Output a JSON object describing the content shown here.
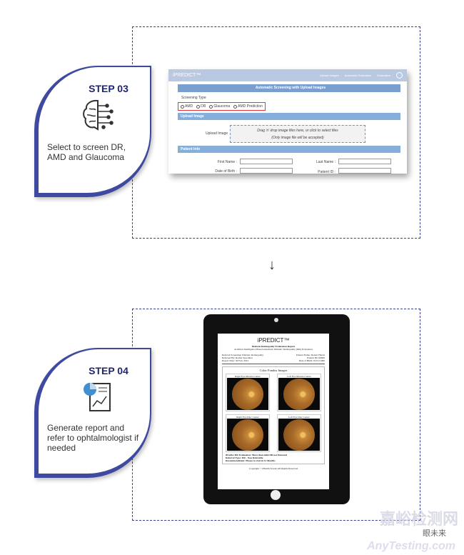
{
  "steps": [
    {
      "label": "STEP 03",
      "icon": "brain-circuit-icon",
      "desc": "Select to screen DR, AMD and Glaucoma"
    },
    {
      "label": "STEP 04",
      "icon": "report-chart-icon",
      "desc": "Generate report and refer to ophtalmologist if needed"
    }
  ],
  "app": {
    "logo": "iPREDICT™",
    "nav": [
      "Upload Images",
      "Automatic Evaluation",
      "Evaluation"
    ],
    "title": "Automatic Screening with Upload Images",
    "screening_type_label": "Screening Type",
    "options": [
      "AMD",
      "DR",
      "Glaucoma",
      "AMD Prediction"
    ],
    "upload_section": "Upload Image",
    "upload_label": "Upload Image",
    "drop_text": "Drag 'n' drop image files here, or click to select files",
    "drop_note": "(Only image file will be accepted)",
    "patient_section": "Patient Info",
    "first_name": "First Name :",
    "last_name": "Last Name :",
    "dob": "Date of Birth :",
    "patient_id": "Patient ID :"
  },
  "arrow": "↓",
  "report": {
    "logo": "iPREDICT™",
    "title": "Diabetic Retinopathy Evaluation Report",
    "subtitle": "Artificial Intelligence Based Automatic Diabetic Retinopathy (DR) Evaluation",
    "left_meta": [
      "Referral Screening: Diabetic Retinopathy",
      "Referred By: Retina Specialist",
      "Report Date: 30 Feb, 2021"
    ],
    "right_meta": [
      "Patient Name: Robert Harris",
      "Patient ID: 00000",
      "Date of Birth: 01/01/1960"
    ],
    "section": "Color Fundus Images",
    "images": [
      "Right Eye Macula Center",
      "Left Eye Macula Center",
      "Right Eye Disc Center",
      "Left Eye Disc Center"
    ],
    "findings": [
      "iPredict DR Evaluation: More than mild DR not Detected",
      "Referral Type: DR - Non Referable",
      "Recommendation: Please re-visit in 12 Months"
    ],
    "copyright": "Copyright © iHealth Screen All Rights Reserved"
  },
  "watermark": {
    "cn": "嘉峪检测网",
    "en": "AnyTesting.com",
    "tag": "眼未来"
  }
}
